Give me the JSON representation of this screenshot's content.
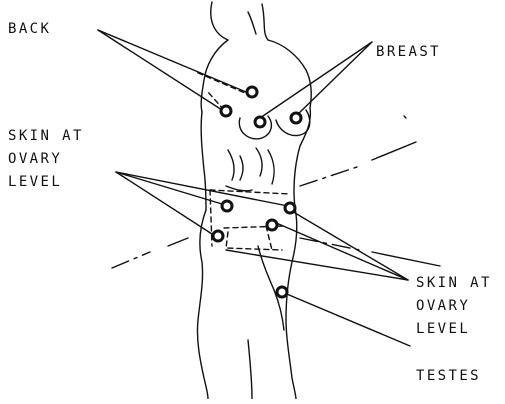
{
  "labels": {
    "back": "BACK",
    "breast": "BREAST",
    "skin_left": [
      "SKIN AT",
      "OVARY",
      "LEVEL"
    ],
    "skin_right": [
      "SKIN AT",
      "OVARY",
      "LEVEL"
    ],
    "testes": "TESTES"
  },
  "colors": {
    "ink": "#111111",
    "background": "#ffffff"
  }
}
